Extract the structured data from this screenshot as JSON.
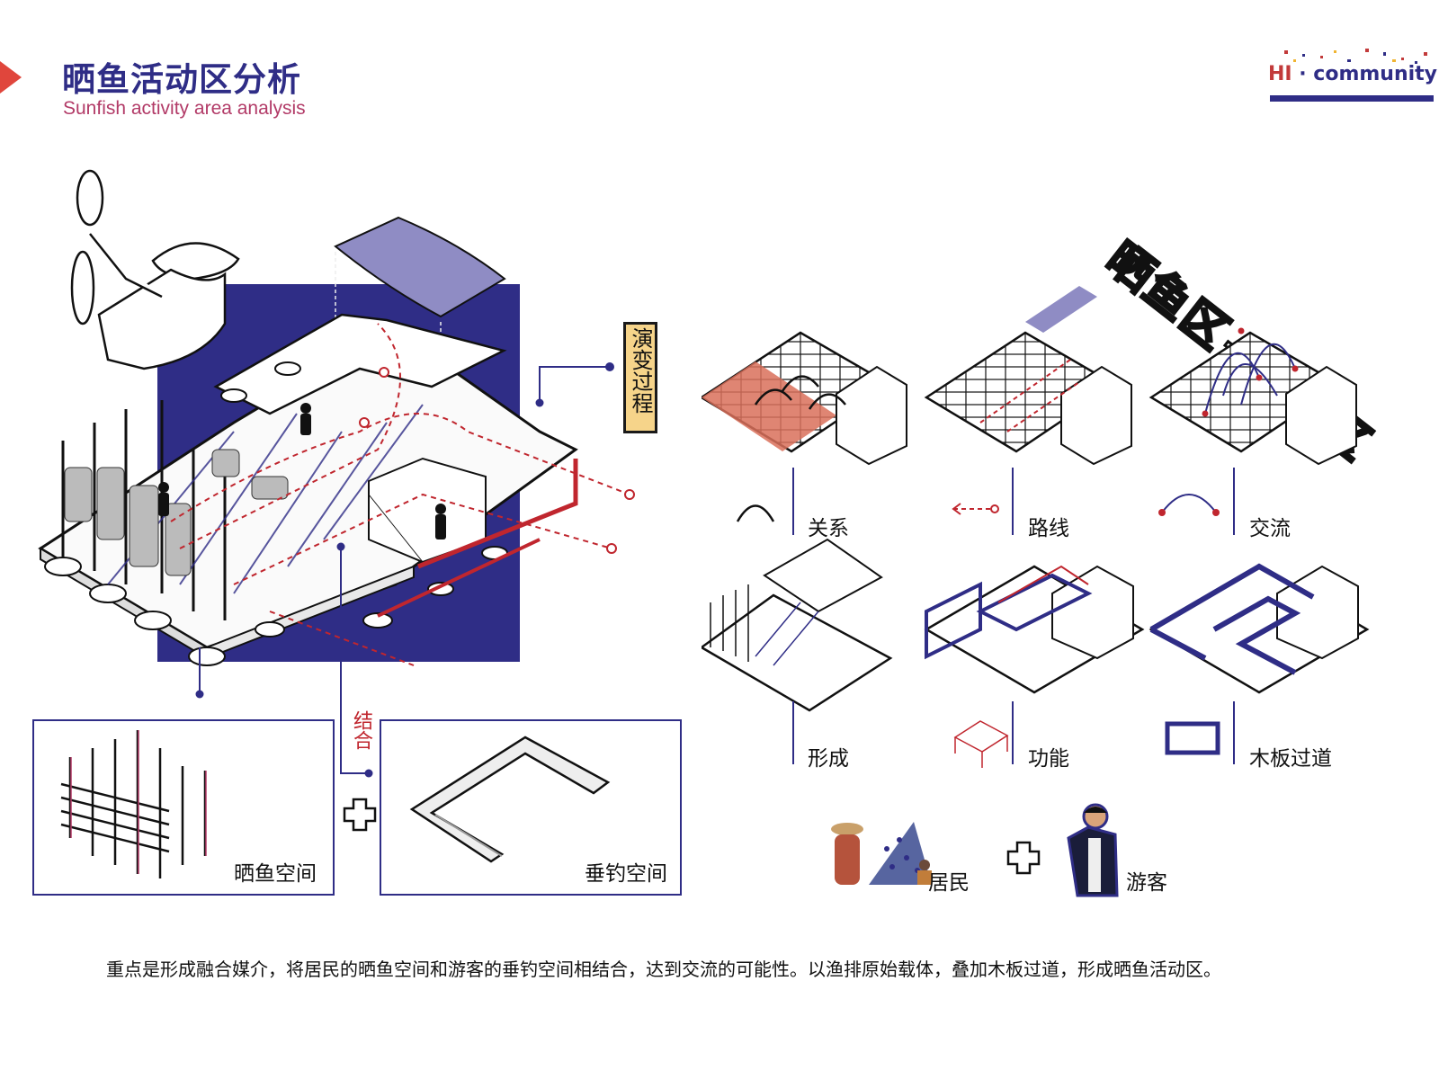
{
  "header": {
    "title_cn": "晒鱼活动区分析",
    "title_en": "Sunfish activity area analysis",
    "brand_hi": "HI",
    "brand_rest": " · community"
  },
  "main": {
    "badge_evolution": "演变过程",
    "combine_label": "结合",
    "fish_drying_space": "晒鱼空间",
    "fishing_space": "垂钓空间"
  },
  "right": {
    "rotated_title": "晒鱼区+活动区",
    "legend_row1": [
      "关系",
      "路线",
      "交流"
    ],
    "legend_row2": [
      "形成",
      "功能",
      "木板过道"
    ]
  },
  "people": {
    "residents": "居民",
    "tourists": "游客"
  },
  "footer": {
    "description": "重点是形成融合媒介，将居民的晒鱼空间和游客的垂钓空间相结合，达到交流的可能性。以渔排原始载体，叠加木板过道，形成晒鱼活动区。"
  },
  "colors": {
    "navy": "#2f2d86",
    "red": "#c0262e",
    "pink": "#b23a67",
    "badge": "#f6d48a",
    "salmon": "#d9705a",
    "lavender": "#8f8cc4"
  }
}
